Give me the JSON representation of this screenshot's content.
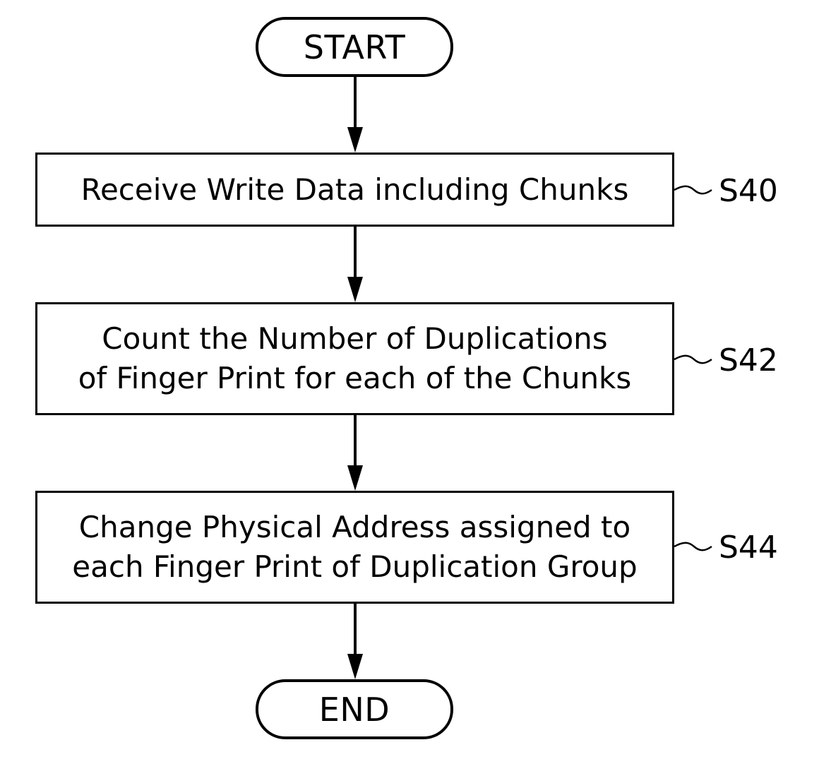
{
  "flowchart": {
    "start_label": "START",
    "end_label": "END",
    "steps": [
      {
        "id": "S40",
        "lines": [
          "Receive Write Data including Chunks"
        ]
      },
      {
        "id": "S42",
        "lines": [
          "Count the Number of Duplications",
          "of Finger Print for each of the Chunks"
        ]
      },
      {
        "id": "S44",
        "lines": [
          "Change Physical Address assigned to",
          "each Finger Print of Duplication Group"
        ]
      }
    ]
  }
}
